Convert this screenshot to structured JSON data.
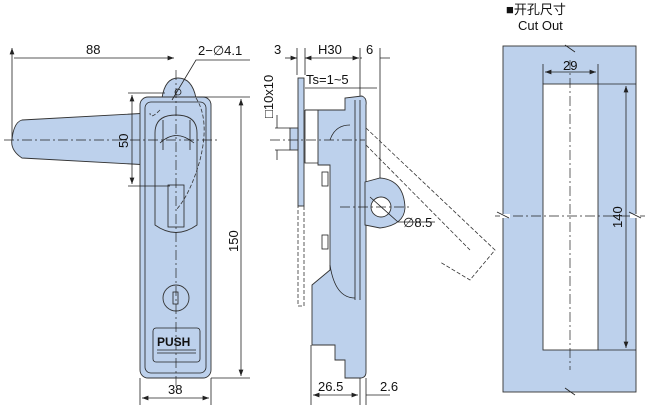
{
  "colors": {
    "part_fill": "#bdd1ec",
    "line": "#222222",
    "cutout_inner": "#ffffff"
  },
  "front_view": {
    "dim_overall_length": "88",
    "dim_holes": "2−∅4.1",
    "dim_lever_width": "50",
    "dim_height": "150",
    "dim_width": "38",
    "push_label": "PUSH"
  },
  "side_view": {
    "dim_plate": "3",
    "dim_depth": "H30",
    "dim_front": "6",
    "dim_thickness": "Ts=1~5",
    "dim_square": "□10x10",
    "dim_hole": "∅8.5",
    "dim_body": "26.5",
    "dim_flange": "2.6"
  },
  "cutout": {
    "title_cn": "■开孔尺寸",
    "title_en": "Cut Out",
    "dim_width": "29",
    "dim_height": "140"
  }
}
